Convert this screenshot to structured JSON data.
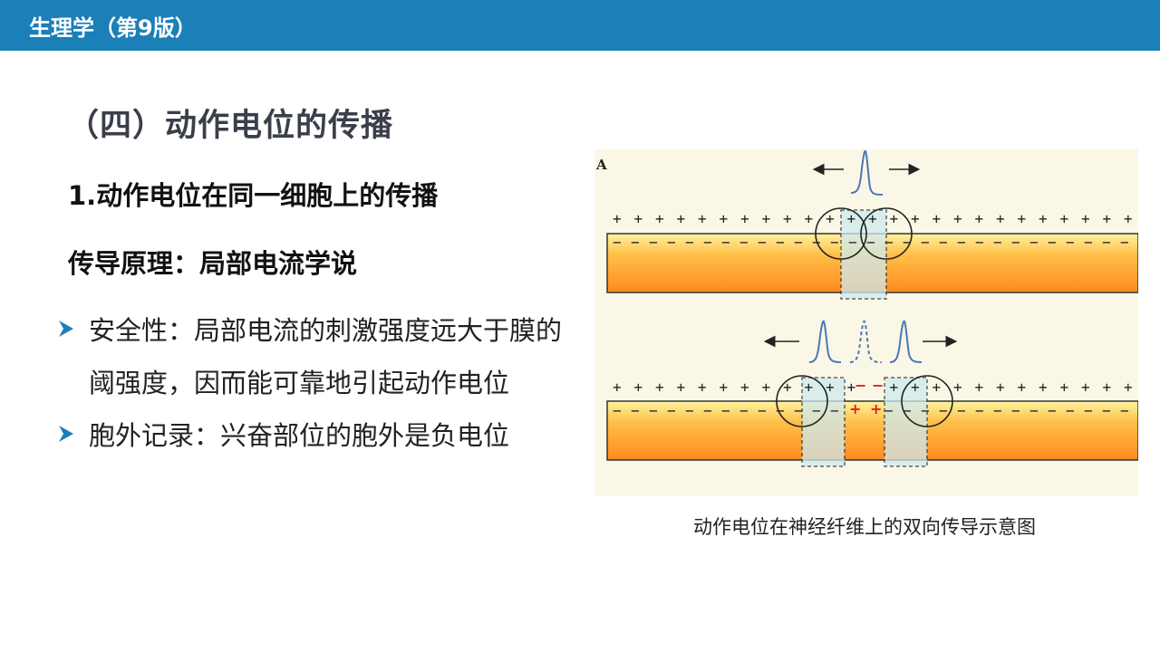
{
  "header": {
    "title": "生理学（第9版）"
  },
  "slide": {
    "heading": "（四）动作电位的传播",
    "subheading": "1.动作电位在同一细胞上的传播",
    "principle": "传导原理：局部电流学说",
    "bullets": [
      {
        "text": "安全性：局部电流的刺激强度远大于膜的阈强度，因而能可靠地引起动作电位"
      },
      {
        "text": "胞外记录：兴奋部位的胞外是负电位"
      }
    ]
  },
  "figure": {
    "panel_label": "A",
    "caption": "动作电位在神经纤维上的双向传导示意图",
    "plus_sign": "+",
    "minus_sign": "−",
    "colors": {
      "fiber_top": "#fff3a0",
      "fiber_bottom": "#ff8a1f",
      "active_zone": "#cfeaf0",
      "spike": "#4a78b8",
      "reverse_charge": "#e02020"
    }
  }
}
